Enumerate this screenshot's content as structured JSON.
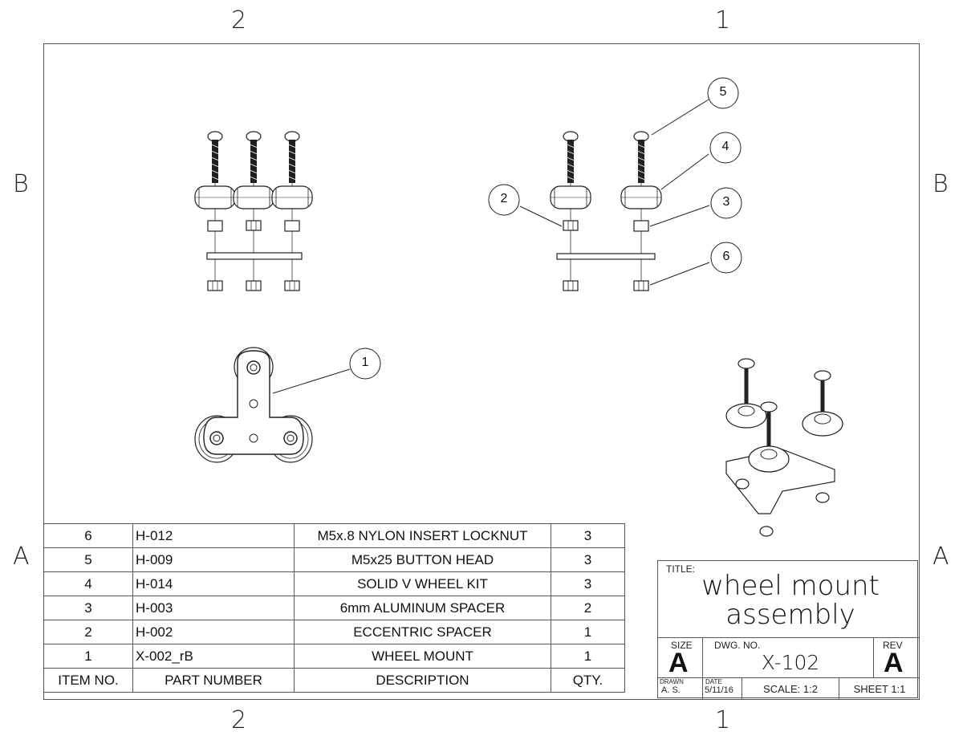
{
  "zones": {
    "top_left": "2",
    "top_right": "1",
    "left_upper": "B",
    "left_lower": "A",
    "right_upper": "B",
    "right_lower": "A",
    "bottom_left": "2",
    "bottom_right": "1"
  },
  "balloons": [
    "1",
    "2",
    "3",
    "4",
    "5",
    "6"
  ],
  "bom": {
    "rows": [
      {
        "item": "6",
        "part": "H-012",
        "desc": "M5x.8 NYLON INSERT LOCKNUT",
        "qty": "3"
      },
      {
        "item": "5",
        "part": "H-009",
        "desc": "M5x25 BUTTON HEAD",
        "qty": "3"
      },
      {
        "item": "4",
        "part": "H-014",
        "desc": "SOLID V WHEEL KIT",
        "qty": "3"
      },
      {
        "item": "3",
        "part": "H-003",
        "desc": "6mm ALUMINUM SPACER",
        "qty": "2"
      },
      {
        "item": "2",
        "part": "H-002",
        "desc": "ECCENTRIC SPACER",
        "qty": "1"
      },
      {
        "item": "1",
        "part": "X-002_rB",
        "desc": "WHEEL MOUNT",
        "qty": "1"
      }
    ],
    "headers": {
      "item": "ITEM NO.",
      "part": "PART NUMBER",
      "desc": "DESCRIPTION",
      "qty": "QTY."
    }
  },
  "title_block": {
    "title_label": "TITLE:",
    "title_line1": "wheel mount",
    "title_line2": "assembly",
    "size_label": "SIZE",
    "size": "A",
    "dwg_label": "DWG.  NO.",
    "dwg_no": "X-102",
    "rev_label": "REV",
    "rev": "A",
    "drawn_label": "DRAWN",
    "drawn_by": "A. S.",
    "date_label": "DATE",
    "date": "5/11/16",
    "scale": "SCALE: 1:2",
    "sheet": "SHEET 1:1"
  }
}
